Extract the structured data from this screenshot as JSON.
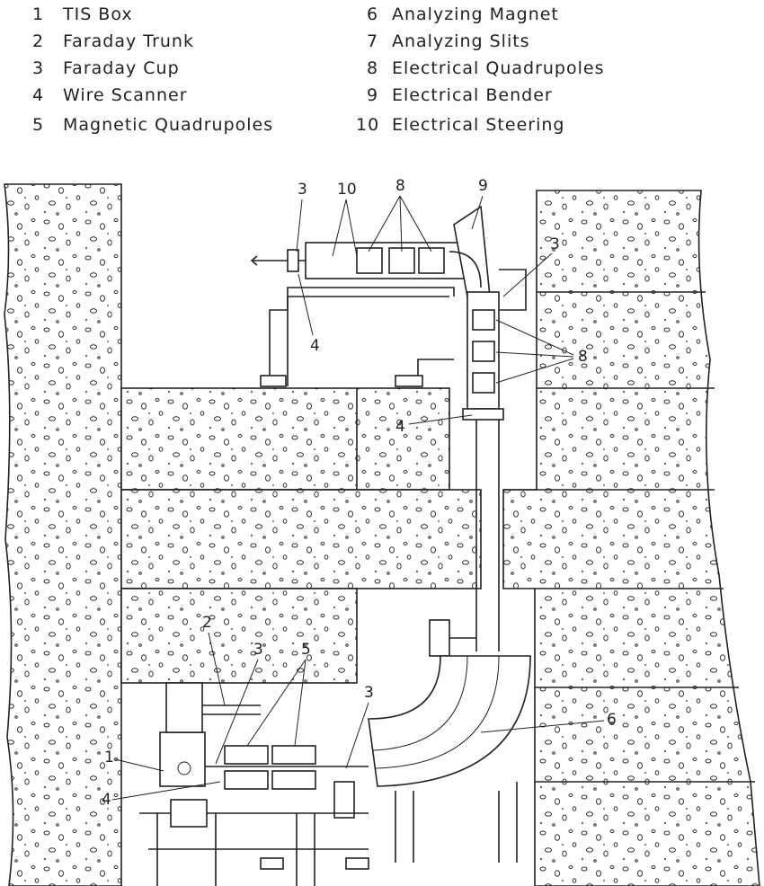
{
  "legend": [
    {
      "num": "1",
      "label": "TIS Box"
    },
    {
      "num": "2",
      "label": "Faraday Trunk"
    },
    {
      "num": "3",
      "label": "Faraday Cup"
    },
    {
      "num": "4",
      "label": "Wire Scanner"
    },
    {
      "num": "5",
      "label": "Magnetic Quadrupoles"
    },
    {
      "num": "6",
      "label": "Analyzing Magnet"
    },
    {
      "num": "7",
      "label": "Analyzing Slits"
    },
    {
      "num": "8",
      "label": "Electrical Quadrupoles"
    },
    {
      "num": "9",
      "label": "Electrical Bender"
    },
    {
      "num": "10",
      "label": "Electrical Steering"
    }
  ],
  "callouts": [
    "3",
    "10",
    "8",
    "9",
    "3",
    "4",
    "8",
    "4",
    "2",
    "3",
    "5",
    "3",
    "6",
    "1",
    "4"
  ]
}
